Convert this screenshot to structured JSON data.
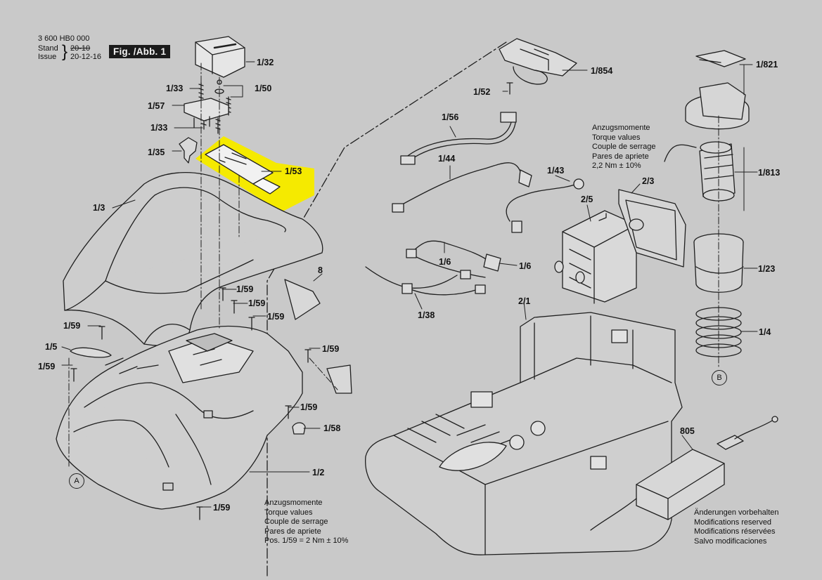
{
  "header": {
    "doc_number": "3 600 HB0 000",
    "stand_label": "Stand",
    "issue_label": "Issue",
    "stand_date": "20-10",
    "issue_date": "20-12-16",
    "figure_label": "Fig. /Abb. 1"
  },
  "parts": {
    "p1_32": "1/32",
    "p1_33a": "1/33",
    "p1_50": "1/50",
    "p1_57": "1/57",
    "p1_33b": "1/33",
    "p1_35": "1/35",
    "p1_53": "1/53",
    "p1_3": "1/3",
    "p8": "8",
    "p1_59a": "1/59",
    "p1_59b": "1/59",
    "p1_59c": "1/59",
    "p1_59d": "1/59",
    "p1_59e": "1/59",
    "p1_59f": "1/59",
    "p1_59g": "1/59",
    "p1_59h": "1/59",
    "p1_5": "1/5",
    "p1_58": "1/58",
    "p1_2": "1/2",
    "p1_854": "1/854",
    "p1_52": "1/52",
    "p1_56": "1/56",
    "p1_44": "1/44",
    "p1_43": "1/43",
    "p2_3": "2/3",
    "p2_5": "2/5",
    "p1_6a": "1/6",
    "p1_6b": "1/6",
    "p1_38": "1/38",
    "p2_1": "2/1",
    "p1_821": "1/821",
    "p1_813": "1/813",
    "p1_23": "1/23",
    "p1_4": "1/4",
    "p805": "805"
  },
  "markers": {
    "a": "A",
    "b": "B"
  },
  "torque_right": {
    "lines": [
      "Anzugsmomente",
      "Torque values",
      "Couple de serrage",
      "Pares de apriete",
      "2,2 Nm  ± 10%"
    ]
  },
  "torque_bottom": {
    "lines": [
      "Anzugsmomente",
      "Torque values",
      "Couple de serrage",
      "Pares de apriete",
      "Pos.    1/59 = 2 Nm  ± 10%"
    ]
  },
  "modifications": {
    "lines": [
      "Änderungen vorbehalten",
      "Modifications reserved",
      "Modifications réservées",
      "Salvo modificaciones"
    ]
  },
  "colors": {
    "background": "#c9c9c9",
    "highlight": "#f5ea00",
    "linework": "#1f1f1f"
  }
}
